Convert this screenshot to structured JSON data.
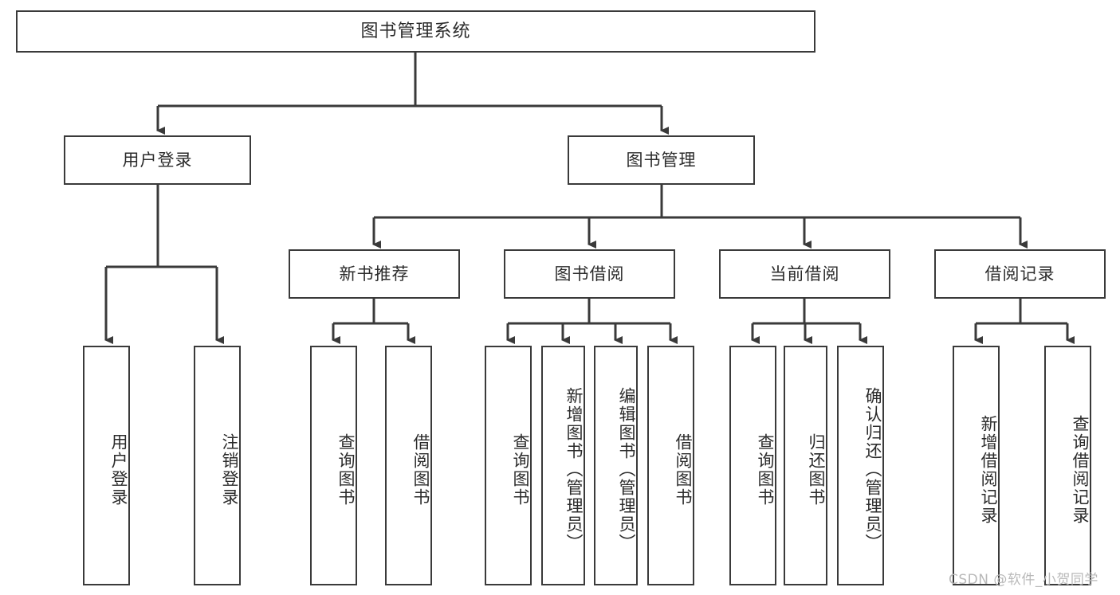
{
  "diagram": {
    "title": "图书管理系统",
    "type": "hierarchy-tree",
    "root": {
      "id": "root",
      "label": "图书管理系统"
    },
    "level2": [
      {
        "id": "user-login",
        "label": "用户登录"
      },
      {
        "id": "book-manage",
        "label": "图书管理"
      }
    ],
    "level3": [
      {
        "id": "new-book-recommend",
        "label": "新书推荐",
        "parent": "book-manage"
      },
      {
        "id": "book-borrow",
        "label": "图书借阅",
        "parent": "book-manage"
      },
      {
        "id": "current-borrow",
        "label": "当前借阅",
        "parent": "book-manage"
      },
      {
        "id": "borrow-record",
        "label": "借阅记录",
        "parent": "book-manage"
      }
    ],
    "leaves": [
      {
        "id": "leaf-user-login",
        "label": "用户登录",
        "parent": "user-login"
      },
      {
        "id": "leaf-logout",
        "label": "注销登录",
        "parent": "user-login"
      },
      {
        "id": "leaf-query-book-1",
        "label": "查询图书",
        "parent": "new-book-recommend"
      },
      {
        "id": "leaf-borrow-book-1",
        "label": "借阅图书",
        "parent": "new-book-recommend"
      },
      {
        "id": "leaf-query-book-2",
        "label": "查询图书",
        "parent": "book-borrow"
      },
      {
        "id": "leaf-add-book",
        "label": "新增图书（管理员）",
        "parent": "book-borrow"
      },
      {
        "id": "leaf-edit-book",
        "label": "编辑图书（管理员）",
        "parent": "book-borrow"
      },
      {
        "id": "leaf-borrow-book-2",
        "label": "借阅图书",
        "parent": "book-borrow"
      },
      {
        "id": "leaf-query-book-3",
        "label": "查询图书",
        "parent": "current-borrow"
      },
      {
        "id": "leaf-return-book",
        "label": "归还图书",
        "parent": "current-borrow"
      },
      {
        "id": "leaf-confirm-return",
        "label": "确认归还（管理员）",
        "parent": "current-borrow"
      },
      {
        "id": "leaf-add-record",
        "label": "新增借阅记录",
        "parent": "borrow-record"
      },
      {
        "id": "leaf-query-record",
        "label": "查询借阅记录",
        "parent": "borrow-record"
      }
    ],
    "colors": {
      "stroke": "#3a3a3a",
      "fill": "#ffffff",
      "text": "#2b2b2b",
      "watermark": "#b9b9b9"
    }
  },
  "watermark": {
    "text": "CSDN @软件_小贺同学"
  }
}
